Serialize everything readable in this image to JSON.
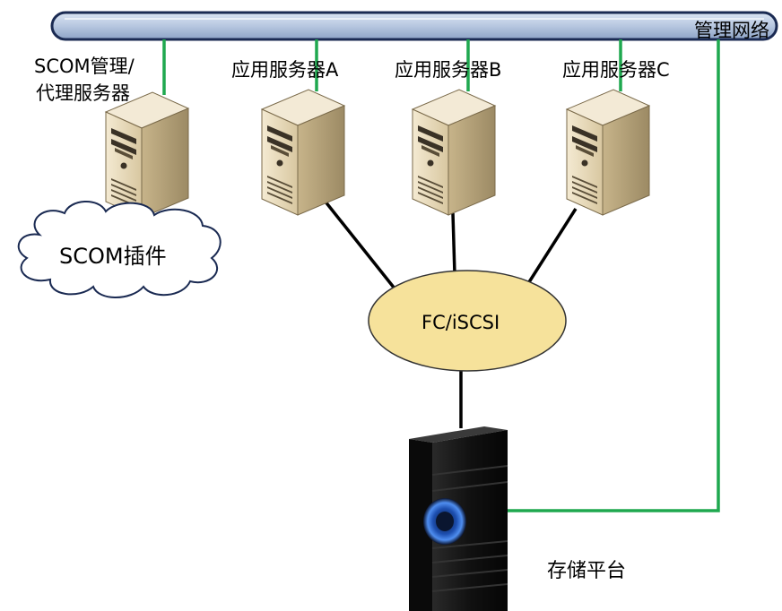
{
  "network": {
    "label": "管理网络"
  },
  "scom_server": {
    "label_line1": "SCOM管理/",
    "label_line2": "代理服务器"
  },
  "app_servers": [
    {
      "label": "应用服务器A"
    },
    {
      "label": "应用服务器B"
    },
    {
      "label": "应用服务器C"
    }
  ],
  "plugin": {
    "label": "SCOM插件"
  },
  "san": {
    "label": "FC/iSCSI"
  },
  "storage": {
    "label": "存储平台"
  },
  "colors": {
    "network_bar_fill": "#b7c7e0",
    "network_bar_stroke": "#1a2a52",
    "mgmt_link": "#1fa84f",
    "data_link": "#000000",
    "san_fill": "#f6e29b",
    "server_body": "#e9dcc0",
    "storage_body": "#111111",
    "storage_glow": "#2e6bd6"
  }
}
